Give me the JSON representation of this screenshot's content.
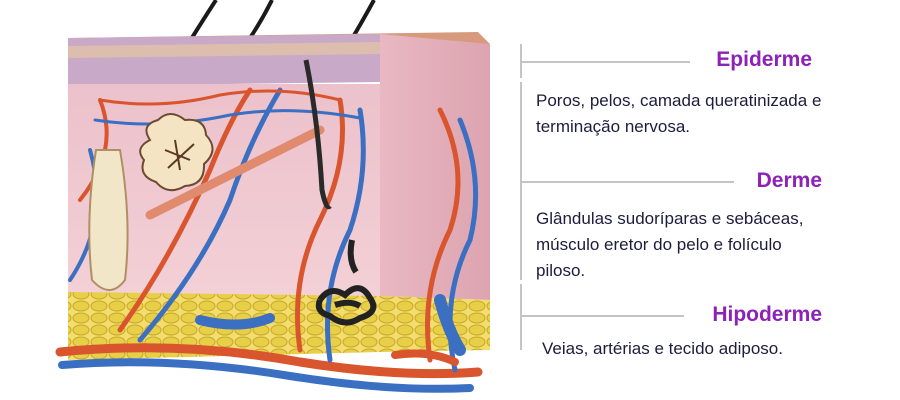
{
  "diagram": {
    "layers": [
      {
        "id": "epiderme",
        "title": "Epiderme",
        "description": "Poros, pelos, camada queratinizada e terminação nervosa."
      },
      {
        "id": "derme",
        "title": "Derme",
        "description": "Glândulas sudoríparas e sebáceas, músculo eretor do pelo e folículo piloso."
      },
      {
        "id": "hipoderme",
        "title": "Hipoderme",
        "description": "Veias, artérias e tecido adiposo."
      }
    ],
    "watermark": "",
    "colors": {
      "title": "#8e22b8",
      "description": "#1c1c3c",
      "skin_surface": "#e0a98a",
      "dermis": "#f0c4cc",
      "fat": "#e8d05a",
      "artery": "#d9552e",
      "vein": "#3b6fc2"
    }
  }
}
